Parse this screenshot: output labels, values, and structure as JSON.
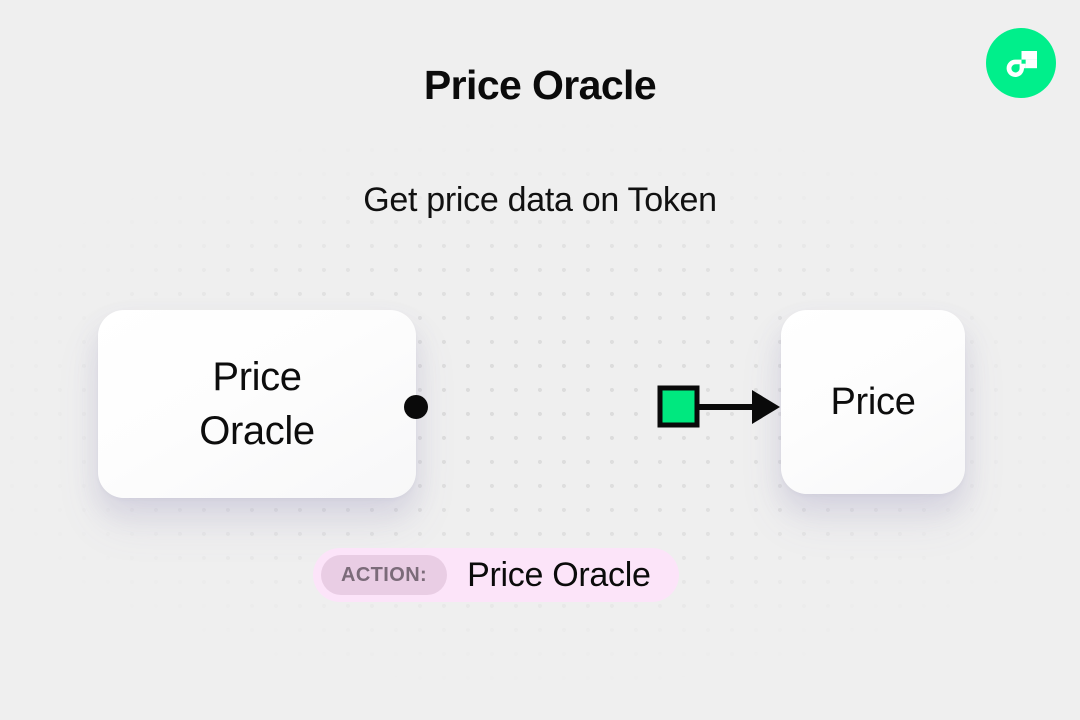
{
  "page": {
    "title": "Price Oracle",
    "subtitle": "Get price data on Token",
    "background_color": "#efefef",
    "dot_color": "#dcdcdc"
  },
  "brand": {
    "logo_icon": "flow-logo-icon",
    "logo_color": "#00ef8b",
    "logo_mark_color": "#ffffff"
  },
  "diagram": {
    "nodes": [
      {
        "id": "price-oracle",
        "label": "Price\nOracle",
        "role": "source",
        "fill": "#ffffff"
      },
      {
        "id": "price",
        "label": "Price",
        "role": "target",
        "fill": "#ffffff"
      }
    ],
    "edge": {
      "from": "price-oracle",
      "to": "price",
      "source_handle_icon": "circle-handle-icon",
      "marker_icon": "green-square-marker-icon",
      "arrow_icon": "arrow-head-icon",
      "line_color": "#0a0a0a",
      "marker_color": "#00e87f",
      "marker_border_color": "#0a0a0a"
    }
  },
  "action_badge": {
    "tag_label": "ACTION:",
    "value": "Price Oracle",
    "background_color": "#fce4f9",
    "tag_background_color": "#e9cde4",
    "tag_text_color": "#7b6b79",
    "value_text_color": "#0b0b0b"
  }
}
